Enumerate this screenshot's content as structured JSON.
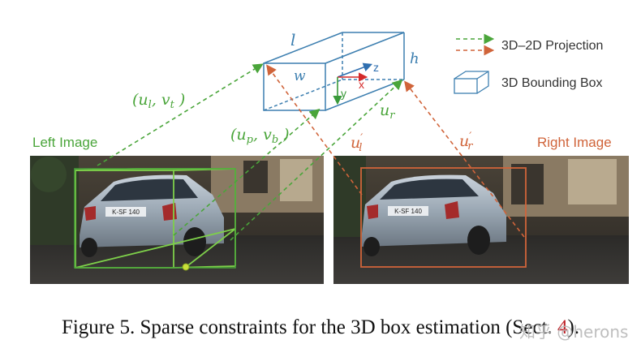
{
  "figure": {
    "legend": {
      "projection_label": "3D–2D Projection",
      "bbox_label": "3D Bounding Box"
    },
    "box_labels": {
      "length": "l",
      "width": "w",
      "height": "h"
    },
    "axes": {
      "x": "x",
      "y": "y",
      "z": "z"
    },
    "point_labels": {
      "ul_vt": "(u",
      "ul_vt_sub1": "l",
      "ul_vt_mid": ", v",
      "ul_vt_sub2": "t",
      "ul_vt_end": " )",
      "up_vb": "(u",
      "up_vb_sub1": "p",
      "up_vb_mid": ", v",
      "up_vb_sub2": "b",
      "up_vb_end": " )",
      "ur": "u",
      "ur_sub": "r",
      "ulp": "u",
      "ulp_sub": "l",
      "ulp_prime": "′",
      "urp": "u",
      "urp_sub": "r",
      "urp_prime": "′"
    },
    "left_image_label": "Left Image",
    "right_image_label": "Right Image",
    "plate_text": "K-SF 140",
    "colors": {
      "green": "#4aa53a",
      "orange": "#d0643a",
      "blue": "#3d7fb0",
      "red": "#d42a2a"
    }
  },
  "caption": {
    "prefix": "Figure 5. Sparse constraints for the 3D box estimation (Sect. ",
    "ref": "4",
    "suffix": ")."
  },
  "watermark": "知乎 @herons"
}
